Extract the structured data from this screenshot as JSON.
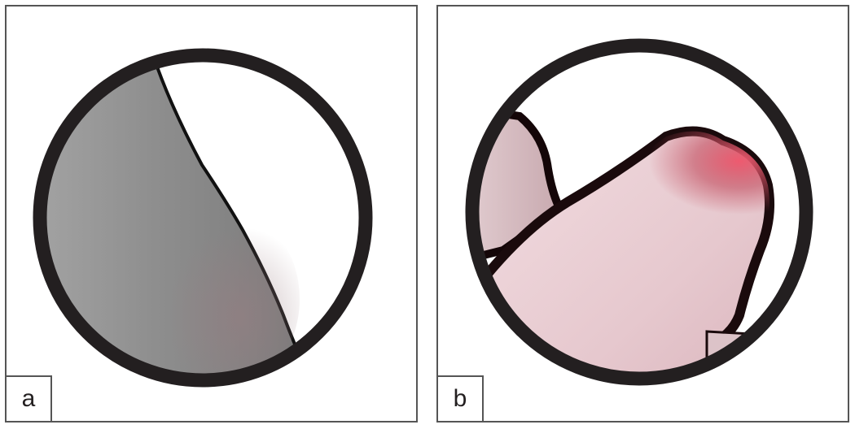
{
  "panels": [
    {
      "label": "a",
      "content": "grey-surface-edge",
      "colors": {
        "frame": "#231f20",
        "surface": "#8a8a8a",
        "edge": "#111111",
        "background": "#ffffff"
      }
    },
    {
      "label": "b",
      "content": "pink-fingertip-edge",
      "colors": {
        "frame": "#231f20",
        "surface": "#e8cdd2",
        "highlight": "#e8576c",
        "edge": "#1a0a0c",
        "background": "#ffffff"
      }
    }
  ]
}
